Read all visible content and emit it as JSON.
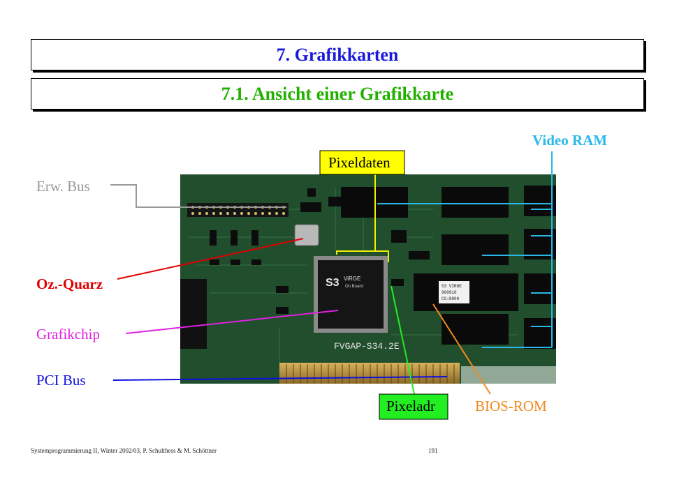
{
  "titles": {
    "chapter": "7.  Grafikkarten",
    "section": "7.1.   Ansicht einer Grafikkarte"
  },
  "labels": {
    "video_ram": "Video RAM",
    "pixeldaten": "Pixeldaten",
    "erw_bus": "Erw. Bus",
    "oz_quarz": "Oz.-Quarz",
    "grafikchip": "Grafikchip",
    "pci_bus": "PCI Bus",
    "pixeladr": "Pixeladr",
    "bios_rom": "BIOS-ROM"
  },
  "board_text": {
    "chip_brand": "S3",
    "chip_name": "ViRGE",
    "chip_sub": "On Board",
    "bios_line1": "S3 VIRGE",
    "bios_line2": "960916",
    "bios_line3": "CS:8800",
    "model": "FVGAP-S34.2E"
  },
  "footer": {
    "left": "Systemprogrammierung II,  Winter 2002/03,  P. Schulthess & M. Schöttner",
    "page": "191"
  },
  "colors": {
    "chapter": "#1a1adc",
    "section": "#22b000",
    "video_ram": "#29b8e8",
    "erw_bus": "#999999",
    "oz_quarz": "#e00000",
    "grafikchip": "#e020e0",
    "pci_bus": "#1010e0",
    "bios_rom": "#f08a20",
    "pixeldaten_bg": "#ffff00",
    "pixeladr_bg": "#22ee22"
  }
}
